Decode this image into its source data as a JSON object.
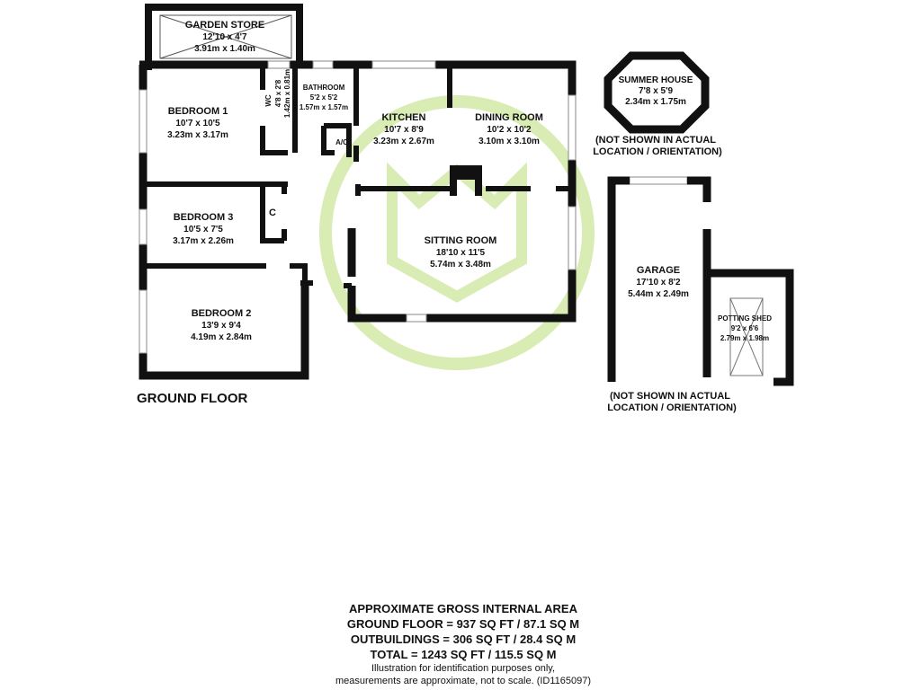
{
  "floor_label": "GROUND FLOOR",
  "rooms": {
    "garden_store": {
      "name": "GARDEN STORE",
      "imperial": "12'10 x 4'7",
      "metric": "3.91m x 1.40m"
    },
    "bedroom1": {
      "name": "BEDROOM 1",
      "imperial": "10'7 x 10'5",
      "metric": "3.23m x 3.17m"
    },
    "wc": {
      "name": "WC",
      "imperial": "4'8 x 2'8",
      "metric": "1.42m x 0.81m"
    },
    "bathroom": {
      "name": "BATHROOM",
      "imperial": "5'2 x 5'2",
      "metric": "1.57m x 1.57m"
    },
    "airing_cupboard": {
      "name": "A/C"
    },
    "kitchen": {
      "name": "KITCHEN",
      "imperial": "10'7 x 8'9",
      "metric": "3.23m x 2.67m"
    },
    "dining_room": {
      "name": "DINING ROOM",
      "imperial": "10'2 x 10'2",
      "metric": "3.10m x 3.10m"
    },
    "bedroom3": {
      "name": "BEDROOM 3",
      "imperial": "10'5 x 7'5",
      "metric": "3.17m x 2.26m"
    },
    "cupboard": {
      "name": "C"
    },
    "sitting_room": {
      "name": "SITTING ROOM",
      "imperial": "18'10 x 11'5",
      "metric": "5.74m x 3.48m"
    },
    "bedroom2": {
      "name": "BEDROOM 2",
      "imperial": "13'9 x 9'4",
      "metric": "4.19m x 2.84m"
    },
    "summer_house": {
      "name": "SUMMER HOUSE",
      "imperial": "7'8 x 5'9",
      "metric": "2.34m x 1.75m"
    },
    "garage": {
      "name": "GARAGE",
      "imperial": "17'10 x 8'2",
      "metric": "5.44m x 2.49m"
    },
    "potting_shed": {
      "name": "POTTING SHED",
      "imperial": "9'2 x 6'6",
      "metric": "2.79m x 1.98m"
    }
  },
  "notes": {
    "summer_house_line1": "(NOT SHOWN IN ACTUAL",
    "summer_house_line2": "LOCATION / ORIENTATION)",
    "garage_line1": "(NOT SHOWN IN ACTUAL",
    "garage_line2": "LOCATION / ORIENTATION)"
  },
  "area_summary": {
    "heading": "APPROXIMATE GROSS INTERNAL AREA",
    "ground_floor": "GROUND FLOOR = 937 SQ FT / 87.1 SQ M",
    "outbuildings": "OUTBUILDINGS = 306 SQ FT / 28.4 SQ M",
    "total": "TOTAL = 1243 SQ FT / 115.5 SQ M",
    "disclaimer_line1": "Illustration for identification purposes only,",
    "disclaimer_line2": "measurements are approximate, not to scale. (ID1165097)"
  },
  "colors": {
    "wall": "#111111",
    "watermark": "#d8ecb4",
    "window": "#ffffff"
  }
}
